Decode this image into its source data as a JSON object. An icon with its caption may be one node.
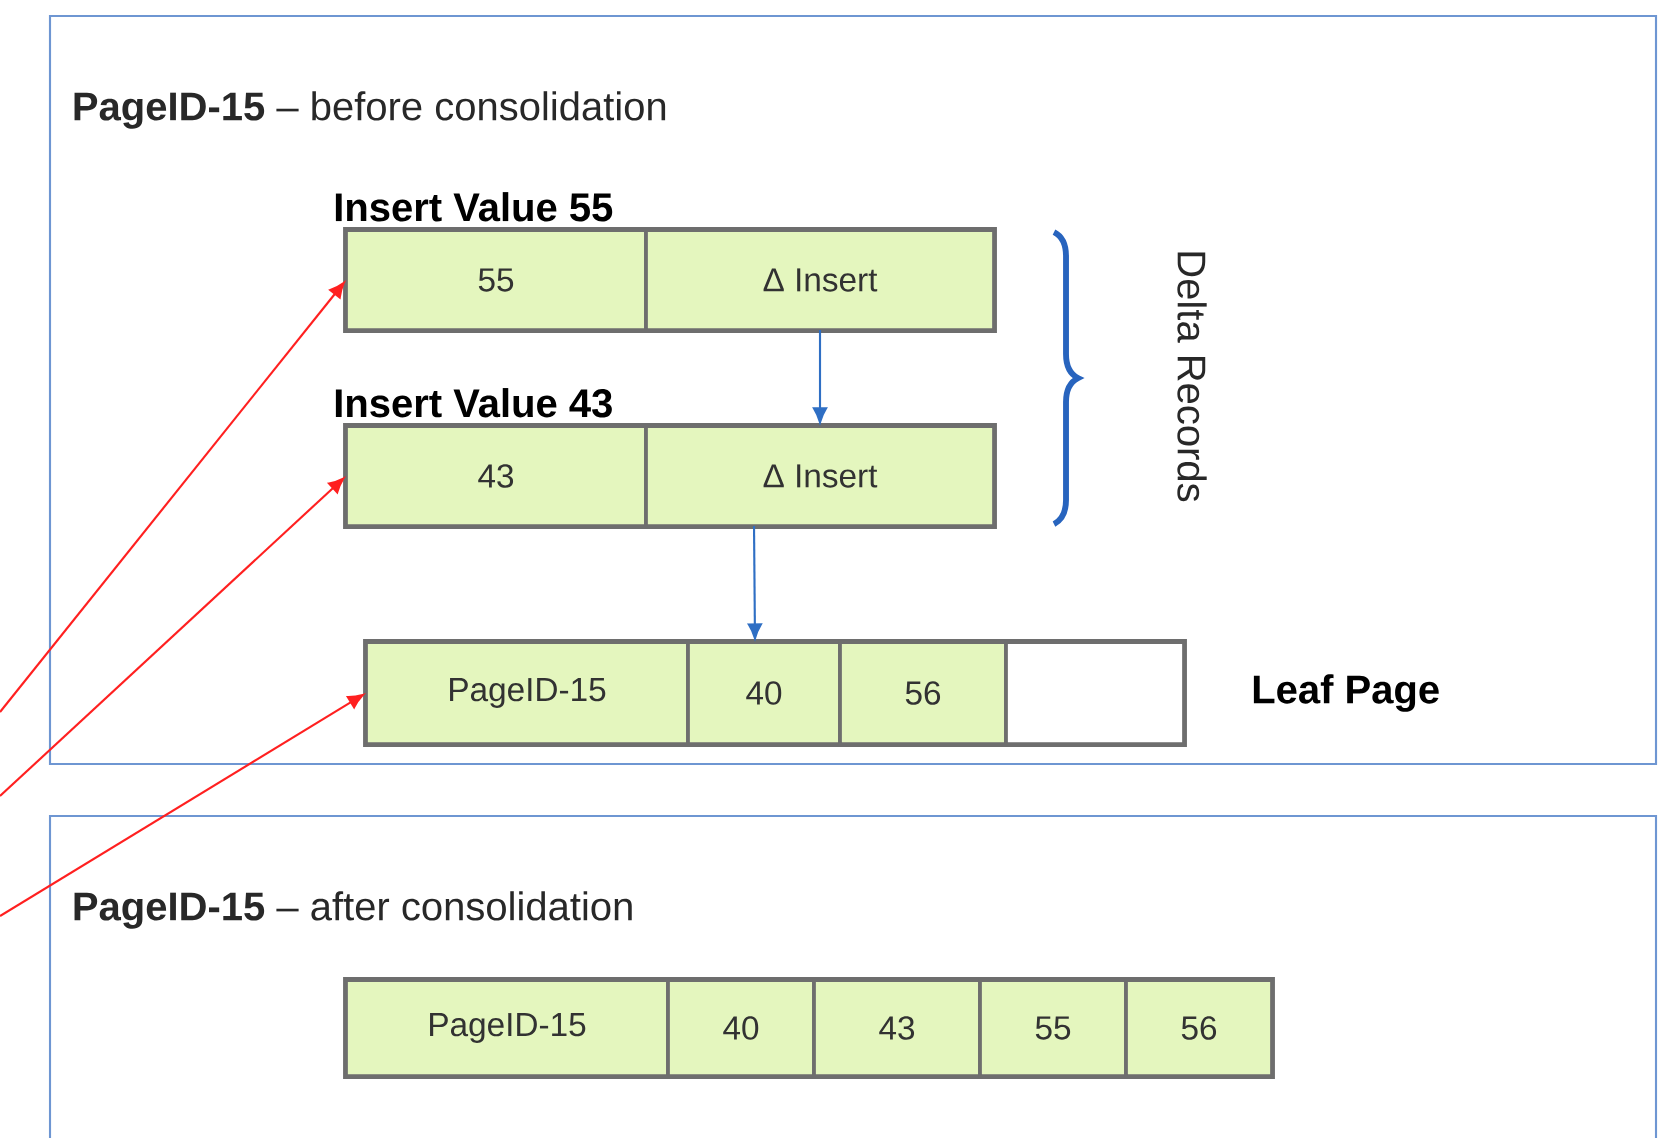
{
  "diagram": {
    "nodes": [
      {
        "text": [
          "**PageID-15** – before consolidation"
        ]
      },
      {
        "text": [
          "Insert Value 55"
        ],
        "in": 0
      },
      {
        "text": [
          "55"
        ],
        "in": 1
      },
      {
        "text": [
          "Δ Insert"
        ],
        "in": 1
      },
      {
        "text": [
          "Insert Value 43"
        ],
        "in": 0
      },
      {
        "text": [
          "43"
        ],
        "in": 4
      },
      {
        "text": [
          "Δ Insert"
        ],
        "in": 4
      },
      {
        "text": [],
        "shape": "box",
        "in": 0,
        "beside": [
          "Leaf Page"
        ]
      },
      {
        "text": [
          "PageID-15"
        ],
        "in": 7
      },
      {
        "text": [
          "40"
        ],
        "in": 7
      },
      {
        "text": [
          "56"
        ],
        "in": 7
      },
      {
        "text": [],
        "shape": "box",
        "in": 7
      },
      {
        "text": [
          "**PageID-15** – after consolidation"
        ]
      },
      {
        "text": [],
        "shape": "box",
        "in": 12
      },
      {
        "text": [
          "PageID-15"
        ],
        "in": 13
      },
      {
        "text": [
          "40"
        ],
        "in": 13
      },
      {
        "text": [
          "43"
        ],
        "in": 13
      },
      {
        "text": [
          "55"
        ],
        "in": 13
      },
      {
        "text": [
          "56"
        ],
        "in": 13
      }
    ],
    "edges": [
      {
        "from": null,
        "to": 2,
        "arrow": "to"
      },
      {
        "from": null,
        "to": 5,
        "arrow": "to"
      },
      {
        "from": null,
        "to": 8,
        "arrow": "to"
      },
      {
        "from": 3,
        "to": 6,
        "arrow": "to",
        "color": "#2f6fc4"
      },
      {
        "from": 6,
        "to": 7,
        "arrow": "to",
        "color": "#2f6fc4"
      }
    ],
    "labels": [
      "Delta Records"
    ]
  }
}
